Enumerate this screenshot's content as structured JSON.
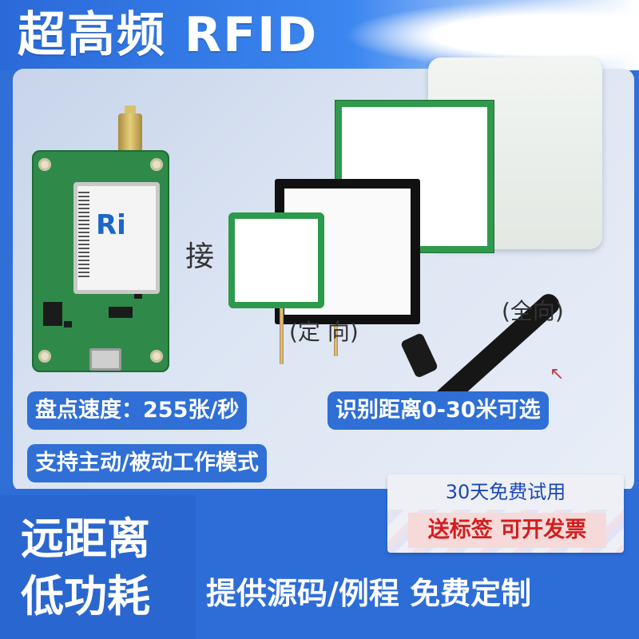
{
  "header": {
    "title": "超高频 RFID"
  },
  "product": {
    "chip_logo": "Ri",
    "connect_label": "接",
    "directional_label": "(定  向)",
    "omni_label": "(全向)"
  },
  "features": {
    "speed": "盘点速度：255张/秒",
    "range": "识别距离0-30米可选",
    "mode": "支持主动/被动工作模式"
  },
  "promo": {
    "trial": "30天免费试用",
    "gift": "送标签 可开发票"
  },
  "slogans": {
    "line1": "远距离",
    "line2": "低功耗",
    "services": "提供源码/例程   免费定制"
  },
  "colors": {
    "brand_blue": "#2f6fd6",
    "pcb_green": "#2f8a4a",
    "promo_red": "#d31e1e"
  }
}
